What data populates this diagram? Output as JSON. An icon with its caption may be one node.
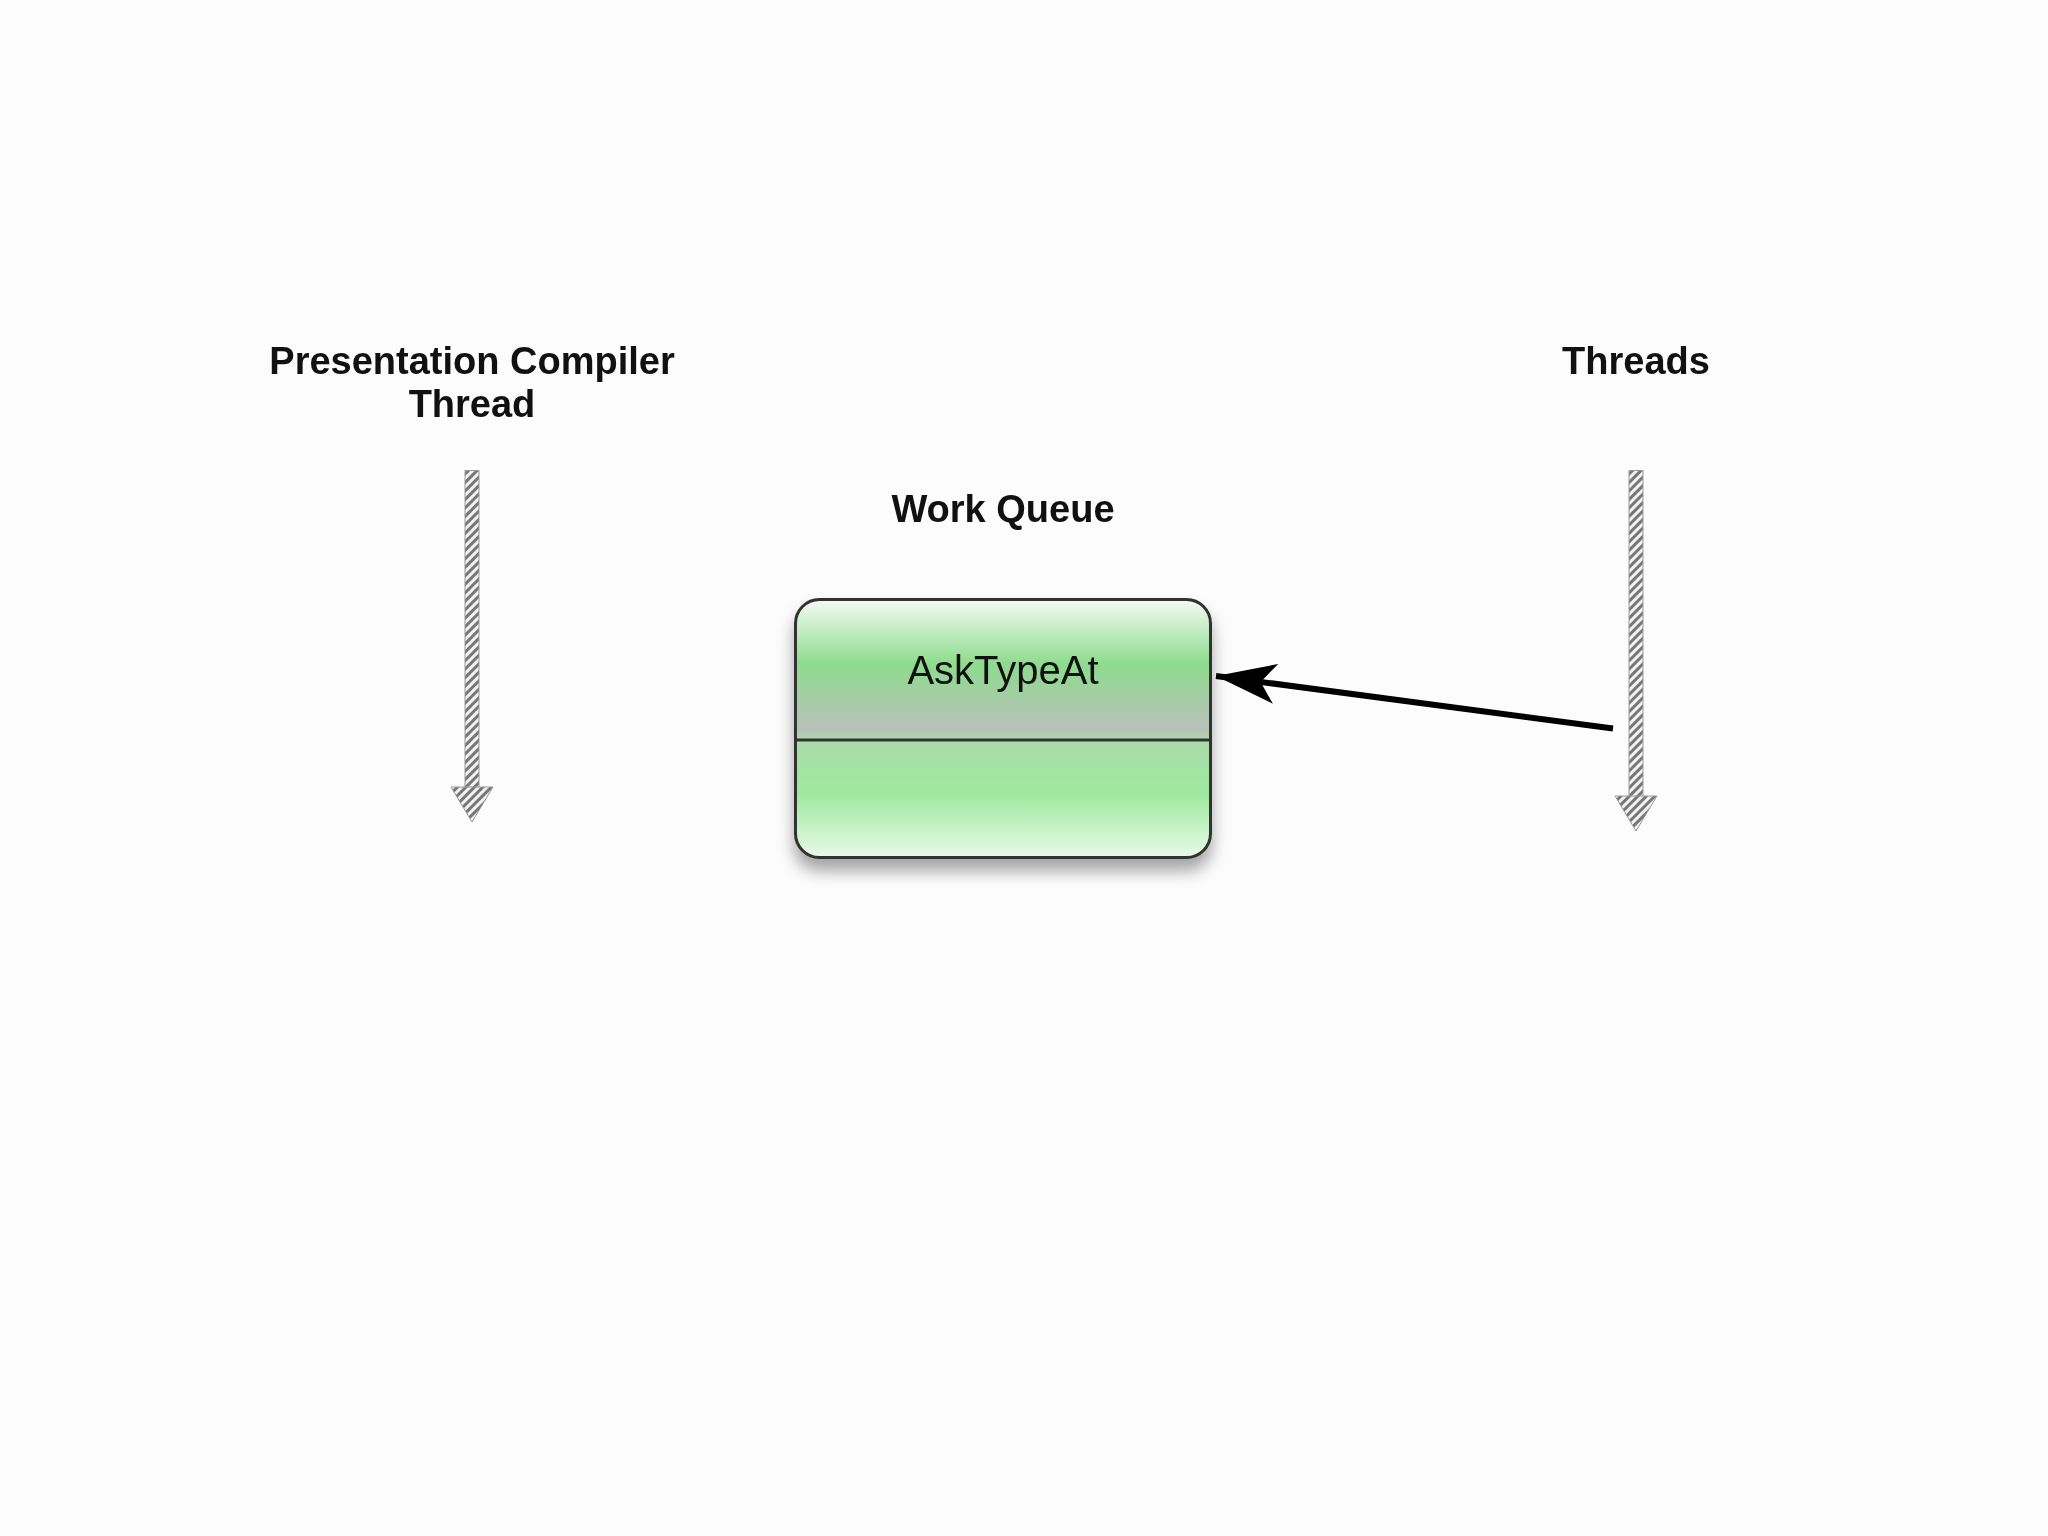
{
  "diagram": {
    "nodes": [
      {
        "text": [],
        "shape": "bar"
      },
      {
        "text": [
          "Work Queue",
          "AskTypeAt"
        ]
      },
      {
        "text": [],
        "shape": "bar"
      }
    ],
    "edges": [
      {
        "from": 2,
        "to": 1,
        "arrow": "to"
      }
    ],
    "labels": [
      "Presentation Compiler Thread",
      "Threads"
    ]
  }
}
